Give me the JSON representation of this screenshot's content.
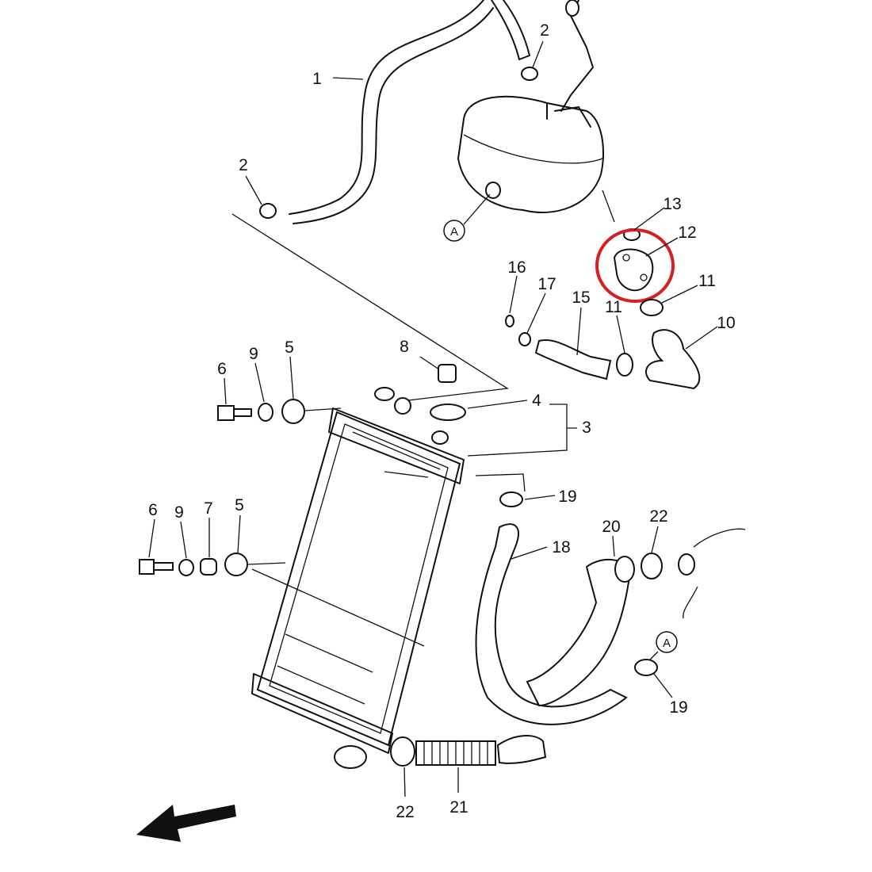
{
  "diagram": {
    "title": "Radiator and cooling hoses exploded parts diagram",
    "highlight_color": "#d42020",
    "highlighted_part": "12",
    "callouts": {
      "p1": "1",
      "p2a": "2",
      "p2b": "2",
      "refA1": "A",
      "p13": "13",
      "p12": "12",
      "p11a": "11",
      "p11b": "11",
      "p10": "10",
      "p16": "16",
      "p17": "17",
      "p15": "15",
      "p8": "8",
      "p6a": "6",
      "p9a": "9",
      "p5a": "5",
      "p4": "4",
      "p3": "3",
      "p19a": "19",
      "p6b": "6",
      "p9b": "9",
      "p7": "7",
      "p5b": "5",
      "p18": "18",
      "p20": "20",
      "p22a": "22",
      "refA2": "A",
      "p19b": "19",
      "p22b": "22",
      "p21": "21"
    }
  }
}
